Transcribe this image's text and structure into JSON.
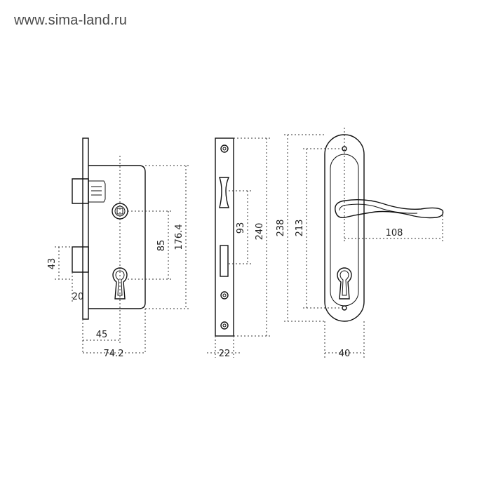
{
  "header": {
    "watermark": "www.sima-land.ru"
  },
  "dimensions": {
    "lock_height": "176.4",
    "keyhole_spacing": "85",
    "latch_height": "43",
    "bolt_depth": "20",
    "backset": "45",
    "body_depth": "74.2",
    "faceplate_length": "240",
    "faceplate_spacing": "93",
    "faceplate_width": "22",
    "handle_plate_length": "238",
    "handle_hole_spacing": "213",
    "handle_length": "108",
    "handle_plate_width": "40"
  }
}
